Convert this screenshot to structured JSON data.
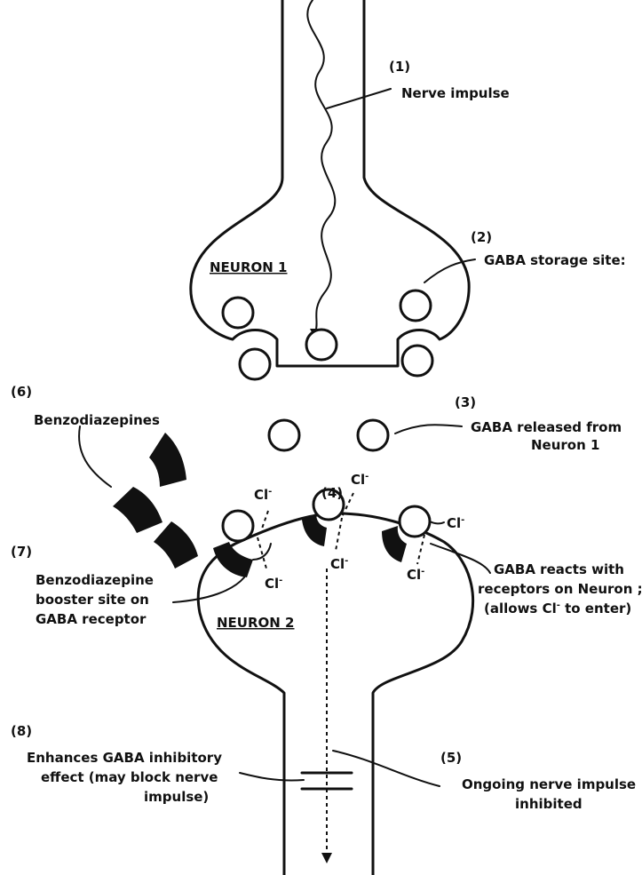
{
  "labels": {
    "n1": "(1)",
    "nerve_impulse": "Nerve impulse",
    "n2": "(2)",
    "neuron1": "NEURON 1",
    "gaba_storage": "GABA storage site:",
    "n3": "(3)",
    "gaba_released_1": "GABA released from",
    "gaba_released_2": "Neuron 1",
    "n6": "(6)",
    "benzodiazepines": "Benzodiazepines",
    "n4": "(4)",
    "cl": "Cl",
    "cl_sup": "-",
    "n7": "(7)",
    "booster_1": "Benzodiazepine",
    "booster_2": "booster site on",
    "booster_3": "GABA receptor",
    "reacts_1": "GABA reacts with",
    "reacts_2": "receptors on Neuron ;",
    "reacts_3": "(allows Cl",
    "reacts_3b": "-",
    "reacts_3c": " to enter)",
    "neuron2": "NEURON 2",
    "n8": "(8)",
    "enhances_1": "Enhances GABA inhibitory",
    "enhances_2": "effect (may block nerve",
    "enhances_3": "impulse)",
    "n5": "(5)",
    "ongoing_1": "Ongoing nerve impulse",
    "ongoing_2": "inhibited"
  }
}
